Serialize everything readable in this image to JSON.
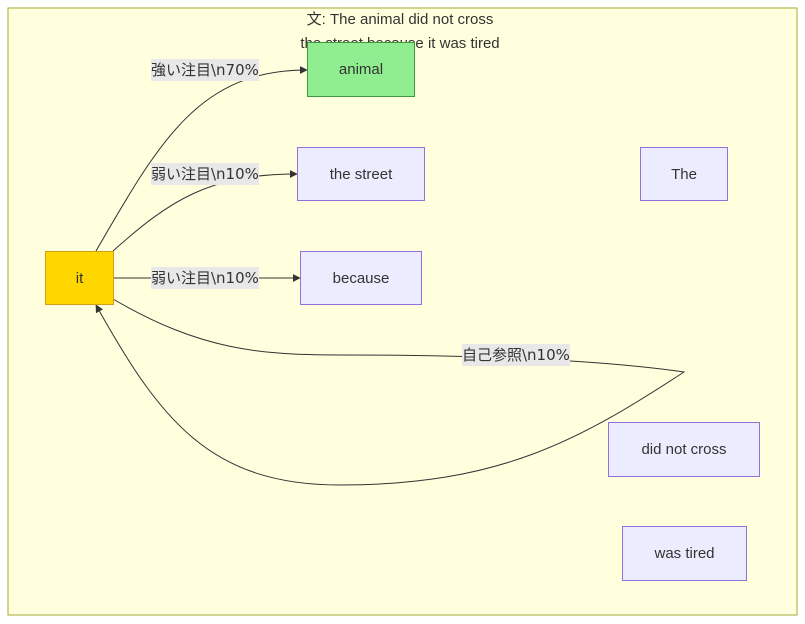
{
  "diagram": {
    "title": "文: The animal did not cross the street because it was tired",
    "nodes": {
      "it": {
        "label": "it",
        "fill": "#ffd700",
        "stroke": "#d4a017"
      },
      "animal": {
        "label": "animal",
        "fill": "#90ee90",
        "stroke": "#3c9a3c"
      },
      "the_street": {
        "label": "the street",
        "fill": "#ececff",
        "stroke": "#9370db"
      },
      "because": {
        "label": "because",
        "fill": "#ececff",
        "stroke": "#9370db"
      },
      "the": {
        "label": "The",
        "fill": "#ececff",
        "stroke": "#9370db"
      },
      "did_not_cross": {
        "label": "did not cross",
        "fill": "#ececff",
        "stroke": "#9370db"
      },
      "was_tired": {
        "label": "was tired",
        "fill": "#ececff",
        "stroke": "#9370db"
      }
    },
    "edges": [
      {
        "from": "it",
        "to": "animal",
        "label": "強い注目\\n70%"
      },
      {
        "from": "it",
        "to": "the_street",
        "label": "弱い注目\\n10%"
      },
      {
        "from": "it",
        "to": "because",
        "label": "弱い注目\\n10%"
      },
      {
        "from": "it",
        "to": "it",
        "label": "自己参照\\n10%"
      }
    ],
    "background": "#ffffde",
    "border": "#aaaa33"
  }
}
